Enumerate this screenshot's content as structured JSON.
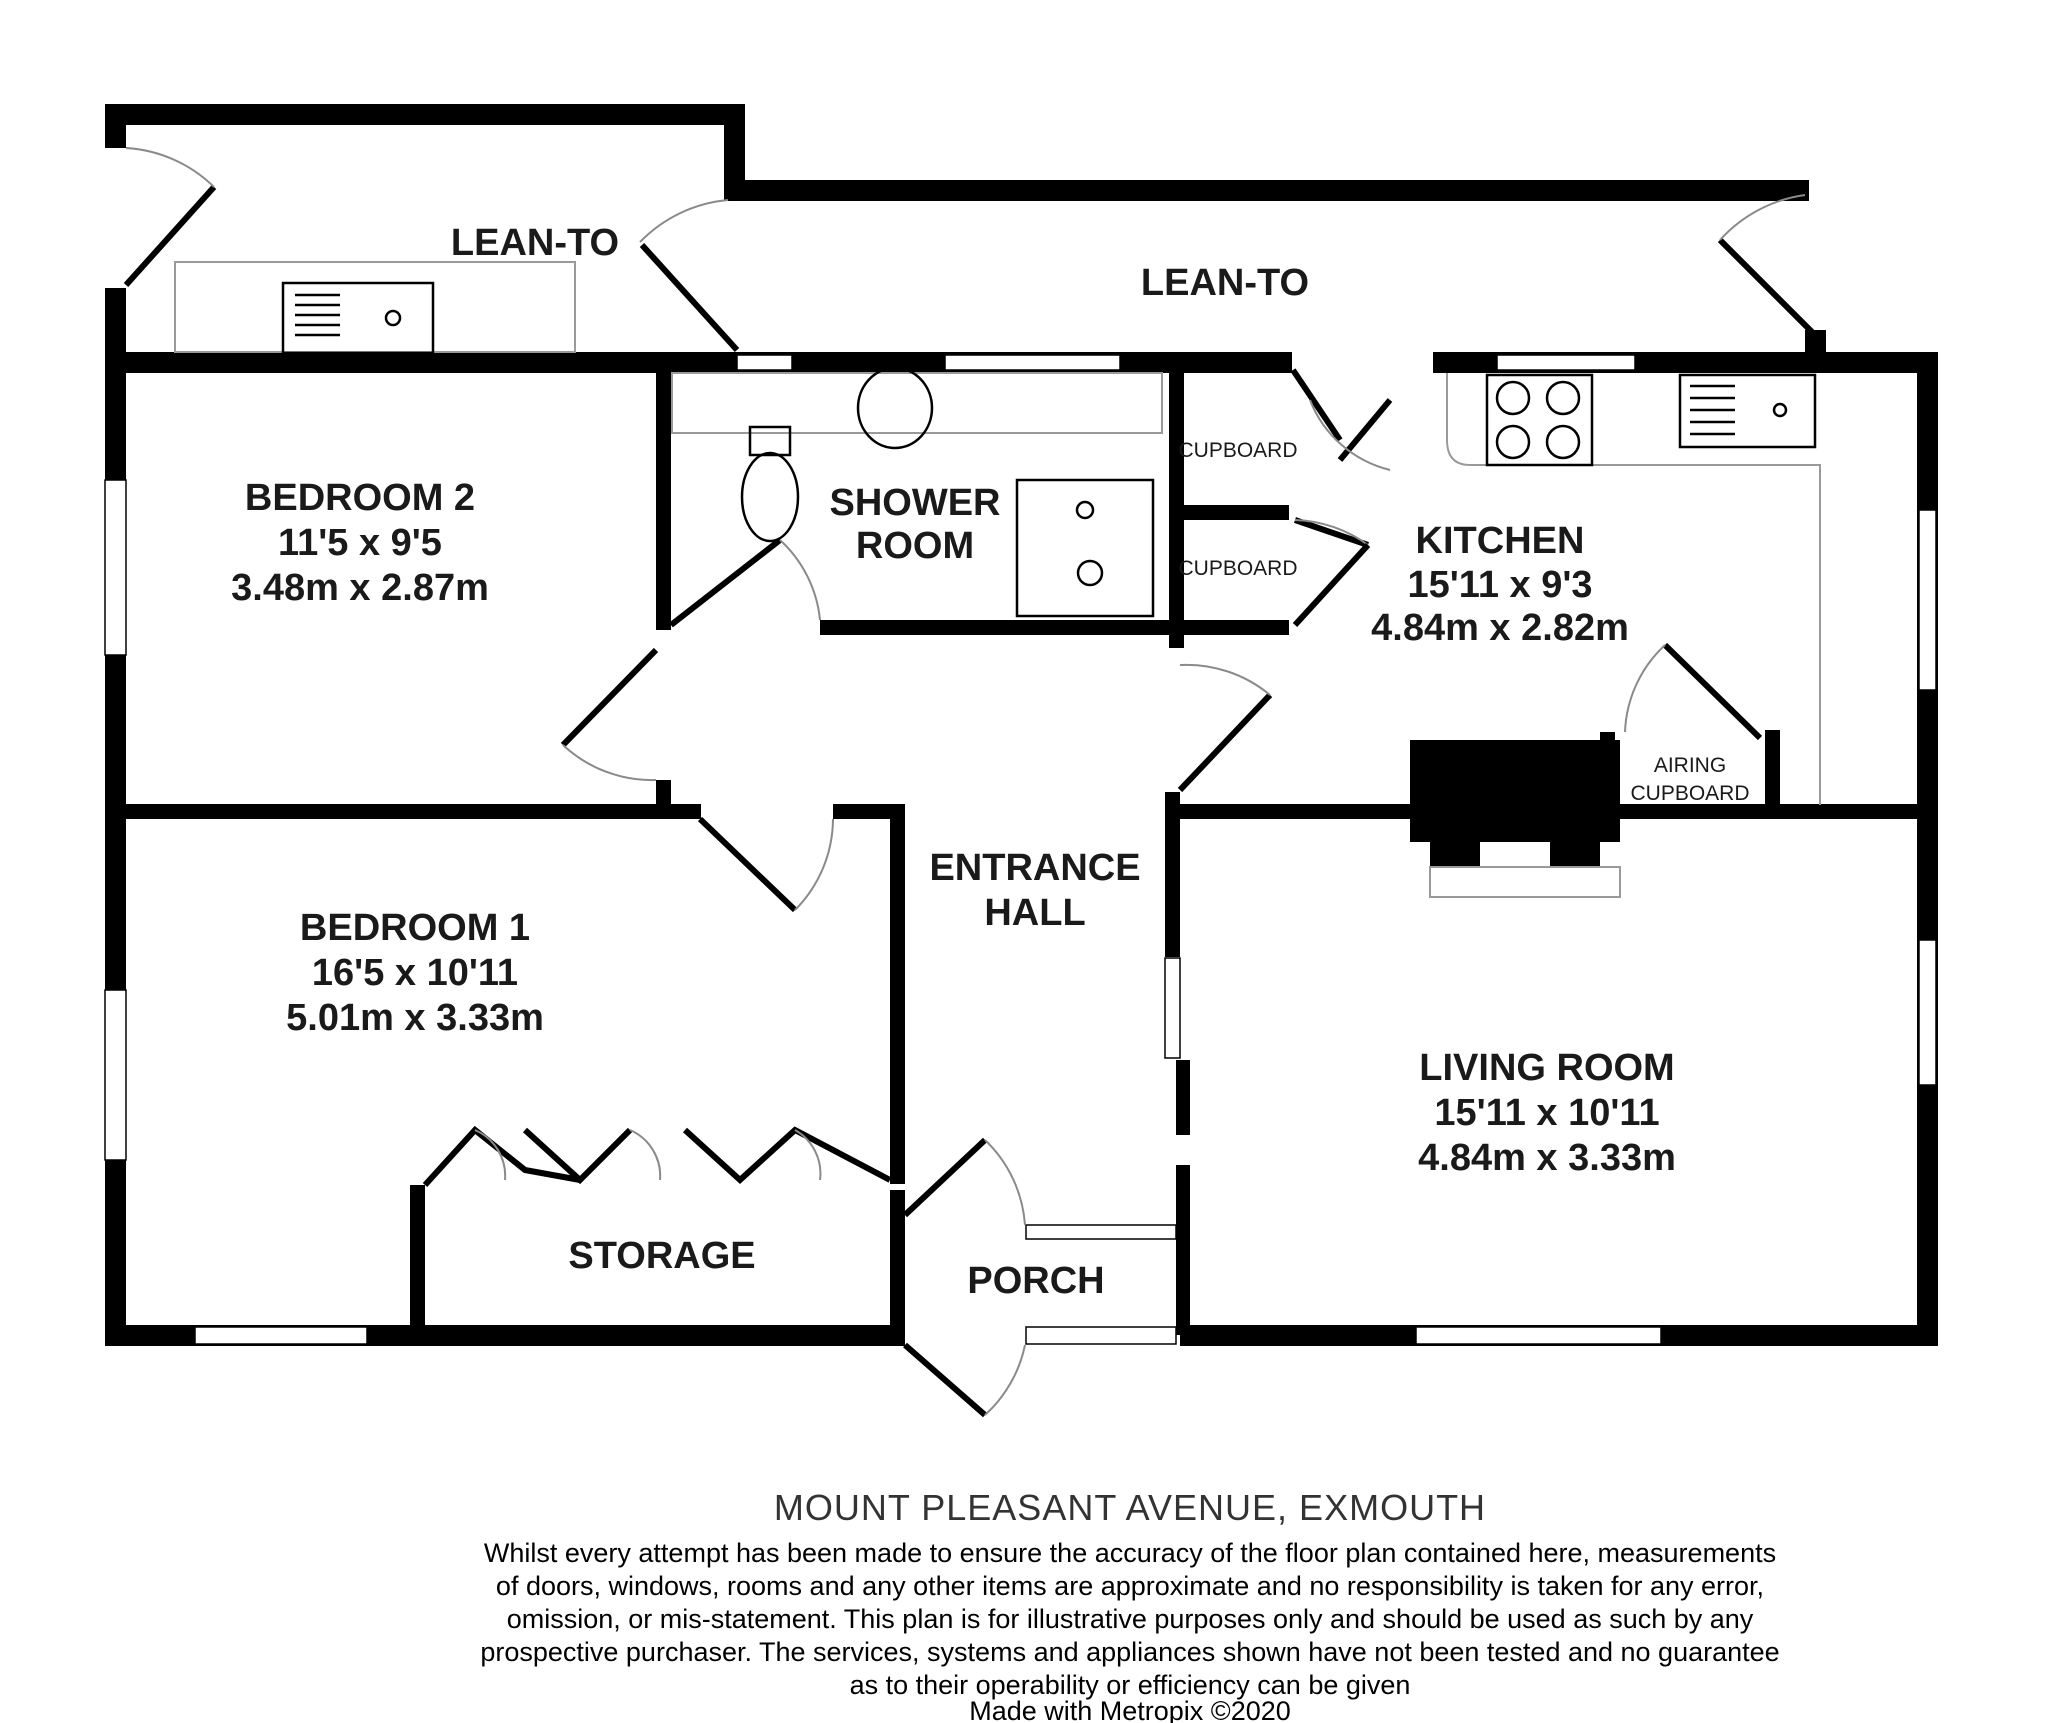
{
  "rooms": {
    "lean_to_left": {
      "name": "LEAN-TO"
    },
    "lean_to_right": {
      "name": "LEAN-TO"
    },
    "bedroom2": {
      "name": "BEDROOM 2",
      "imperial": "11'5 x 9'5",
      "metric": "3.48m x 2.87m"
    },
    "shower_room": {
      "line1": "SHOWER",
      "line2": "ROOM"
    },
    "cupboard_top": {
      "name": "CUPBOARD"
    },
    "cupboard_mid": {
      "name": "CUPBOARD"
    },
    "kitchen": {
      "name": "KITCHEN",
      "imperial": "15'11 x 9'3",
      "metric": "4.84m x 2.82m"
    },
    "airing": {
      "line1": "AIRING",
      "line2": "CUPBOARD"
    },
    "entrance_hall": {
      "line1": "ENTRANCE",
      "line2": "HALL"
    },
    "bedroom1": {
      "name": "BEDROOM 1",
      "imperial": "16'5 x 10'11",
      "metric": "5.01m x 3.33m"
    },
    "living_room": {
      "name": "LIVING ROOM",
      "imperial": "15'11 x 10'11",
      "metric": "4.84m x 3.33m"
    },
    "storage": {
      "name": "STORAGE"
    },
    "porch": {
      "name": "PORCH"
    }
  },
  "footer": {
    "address": "MOUNT PLEASANT AVENUE, EXMOUTH",
    "disclaimer": [
      "Whilst every attempt has been made to ensure the accuracy of the floor plan contained here, measurements",
      "of doors, windows, rooms and any other items are approximate and no responsibility is taken for any error,",
      "omission, or mis-statement. This plan is for illustrative purposes only and should be used as such by any",
      "prospective purchaser. The services, systems and appliances shown have not been tested and no guarantee",
      "as to their operability or efficiency can be given"
    ],
    "credit": "Made with Metropix ©2020"
  }
}
